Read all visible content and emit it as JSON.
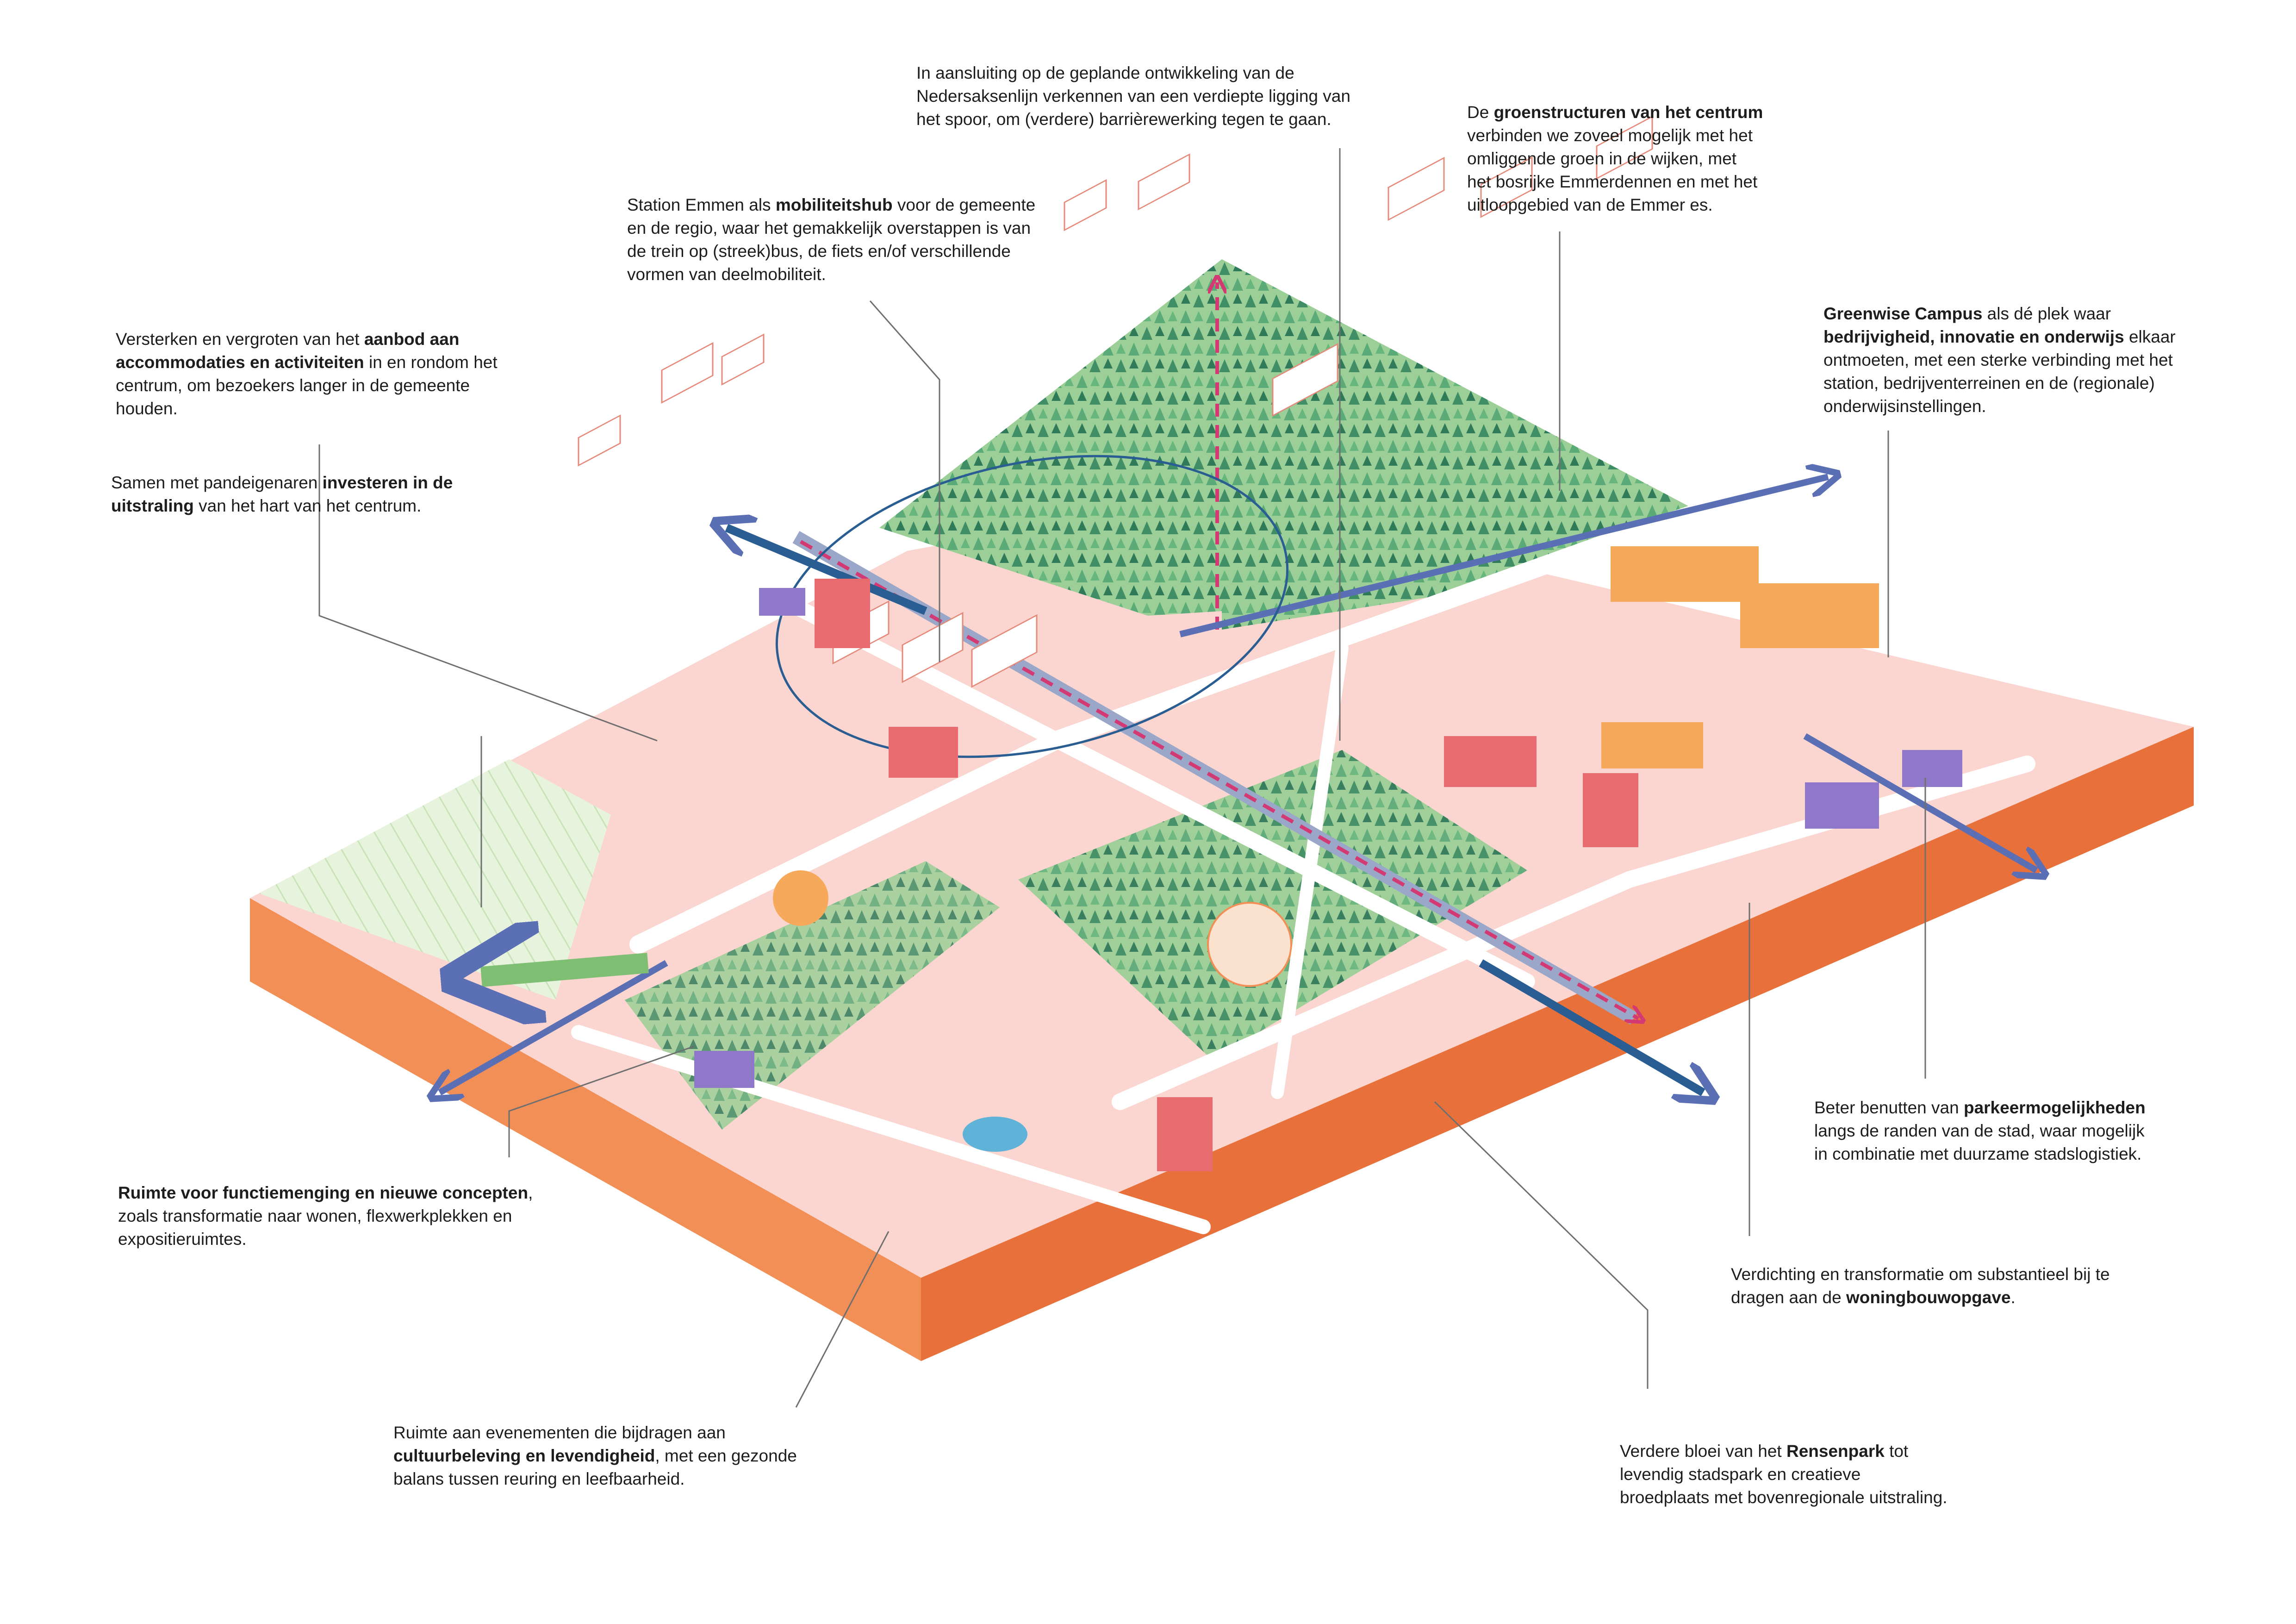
{
  "annotations": [
    {
      "id": "spoor",
      "parts": [
        {
          "t": "In aansluiting op de geplande ontwikkeling van de\nNedersaksenlijn verkennen van  een verdiepte ligging van\nhet spoor, om (verdere) barrièrewerking tegen te gaan.",
          "b": false
        }
      ]
    },
    {
      "id": "groen",
      "parts": [
        {
          "t": "De ",
          "b": false
        },
        {
          "t": "groenstructuren van het centrum",
          "b": true
        },
        {
          "t": "\nverbinden we zoveel mogelijk met het\nomliggende groen in de wijken, met\nhet bosrijke Emmerdennen en met het\nuitloopgebied van de Emmer es.",
          "b": false
        }
      ]
    },
    {
      "id": "station",
      "parts": [
        {
          "t": "Station Emmen als ",
          "b": false
        },
        {
          "t": "mobiliteitshub",
          "b": true
        },
        {
          "t": " voor de gemeente\nen de regio, waar het gemakkelijk overstappen is van\nde trein op (streek)bus, de fiets en/of verschillende\nvormen van deelmobiliteit.",
          "b": false
        }
      ]
    },
    {
      "id": "aanbod",
      "parts": [
        {
          "t": "Versterken en vergroten van het ",
          "b": false
        },
        {
          "t": "aanbod aan\naccommodaties en activiteiten",
          "b": true
        },
        {
          "t": " in en rondom het\ncentrum, om bezoekers langer in de gemeente\nhouden.",
          "b": false
        }
      ]
    },
    {
      "id": "uitstraling",
      "parts": [
        {
          "t": "Samen met pandeigenaren ",
          "b": false
        },
        {
          "t": "investeren in de\nuitstraling",
          "b": true
        },
        {
          "t": " van het hart van het centrum.",
          "b": false
        }
      ]
    },
    {
      "id": "campus",
      "parts": [
        {
          "t": "Greenwise Campus",
          "b": true
        },
        {
          "t": " als dé plek waar\n",
          "b": false
        },
        {
          "t": "bedrijvigheid, innovatie en onderwijs",
          "b": true
        },
        {
          "t": " elkaar\nontmoeten, met een sterke verbinding met het\nstation, bedrijventerreinen en de (regionale)\nonderwijsinstellingen.",
          "b": false
        }
      ]
    },
    {
      "id": "parkeer",
      "parts": [
        {
          "t": "Beter benutten van ",
          "b": false
        },
        {
          "t": "parkeermogelijkheden",
          "b": true
        },
        {
          "t": "\nlangs de randen van de stad, waar mogelijk\nin combinatie met duurzame stadslogistiek.",
          "b": false
        }
      ]
    },
    {
      "id": "functiemenging",
      "parts": [
        {
          "t": "Ruimte voor functiemenging en nieuwe concepten",
          "b": true
        },
        {
          "t": ",\nzoals transformatie naar wonen, flexwerkplekken en\nexpositieruimtes.",
          "b": false
        }
      ]
    },
    {
      "id": "verdichting",
      "parts": [
        {
          "t": "Verdichting en transformatie om substantieel bij te\ndragen aan de ",
          "b": false
        },
        {
          "t": "woningbouwopgave",
          "b": true
        },
        {
          "t": ".",
          "b": false
        }
      ]
    },
    {
      "id": "evenementen",
      "parts": [
        {
          "t": "Ruimte aan evenementen die bijdragen aan\n",
          "b": false
        },
        {
          "t": "cultuurbeleving en levendigheid",
          "b": true
        },
        {
          "t": ", met een gezonde\nbalans tussen reuring en leefbaarheid.",
          "b": false
        }
      ]
    },
    {
      "id": "rensenpark",
      "parts": [
        {
          "t": "Verdere bloei van het ",
          "b": false
        },
        {
          "t": "Rensenpark",
          "b": true
        },
        {
          "t": " tot\nlevendig stadspark en creatieve\nbroedplaats met bovenregionale uitstraling.",
          "b": false
        }
      ]
    }
  ],
  "colors": {
    "block_top": "#fbd5cf",
    "block_side": "#f28f56",
    "block_front": "#e8703a",
    "forest": "#4e9f72",
    "forest_light": "#9ccf97",
    "road": "#ffffff",
    "arrow_blue": "#5b6fb5",
    "arrow_dark": "#2a5d91",
    "rail_pink": "#d33a73",
    "building_red": "#e76b6f",
    "building_orange": "#f6a95b",
    "building_purple": "#8f78c9",
    "green_arrow": "#7fbf74",
    "leader": "#6f6f6f"
  }
}
